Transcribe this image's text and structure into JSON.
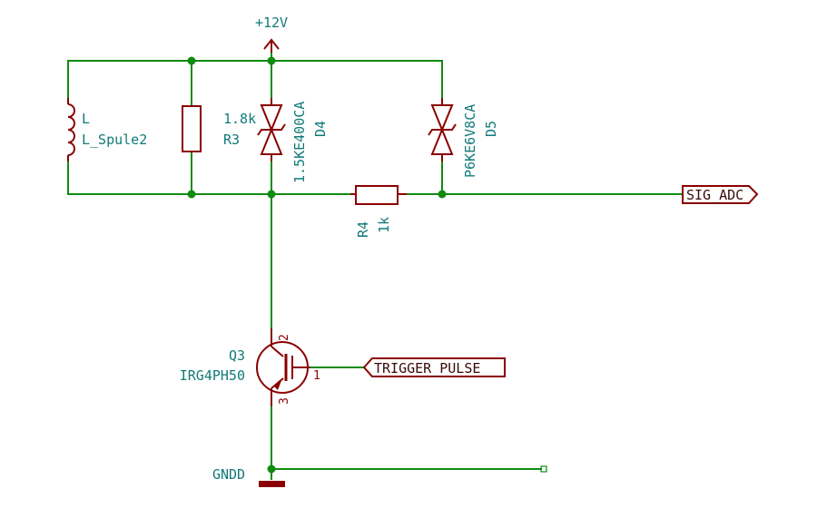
{
  "power": {
    "vcc": "+12V",
    "gnd": "GNDD"
  },
  "inductor": {
    "ref": "L",
    "value": "L_Spule2"
  },
  "r3": {
    "value": "1.8k",
    "ref": "R3"
  },
  "d4": {
    "value": "1.5KE400CA",
    "ref": "D4"
  },
  "d5": {
    "value": "P6KE6V8CA",
    "ref": "D5"
  },
  "r4": {
    "ref": "R4",
    "value": "1k"
  },
  "q3": {
    "ref": "Q3",
    "value": "IRG4PH50",
    "pins": {
      "collector": "2",
      "gate": "1",
      "emitter": "3"
    }
  },
  "nets": {
    "sig_adc": "SIG_ADC",
    "trigger": "TRIGGER_PULSE"
  },
  "colors": {
    "wire": "#0f8c0f",
    "component": "#8b0000",
    "label": "#117a7a"
  }
}
